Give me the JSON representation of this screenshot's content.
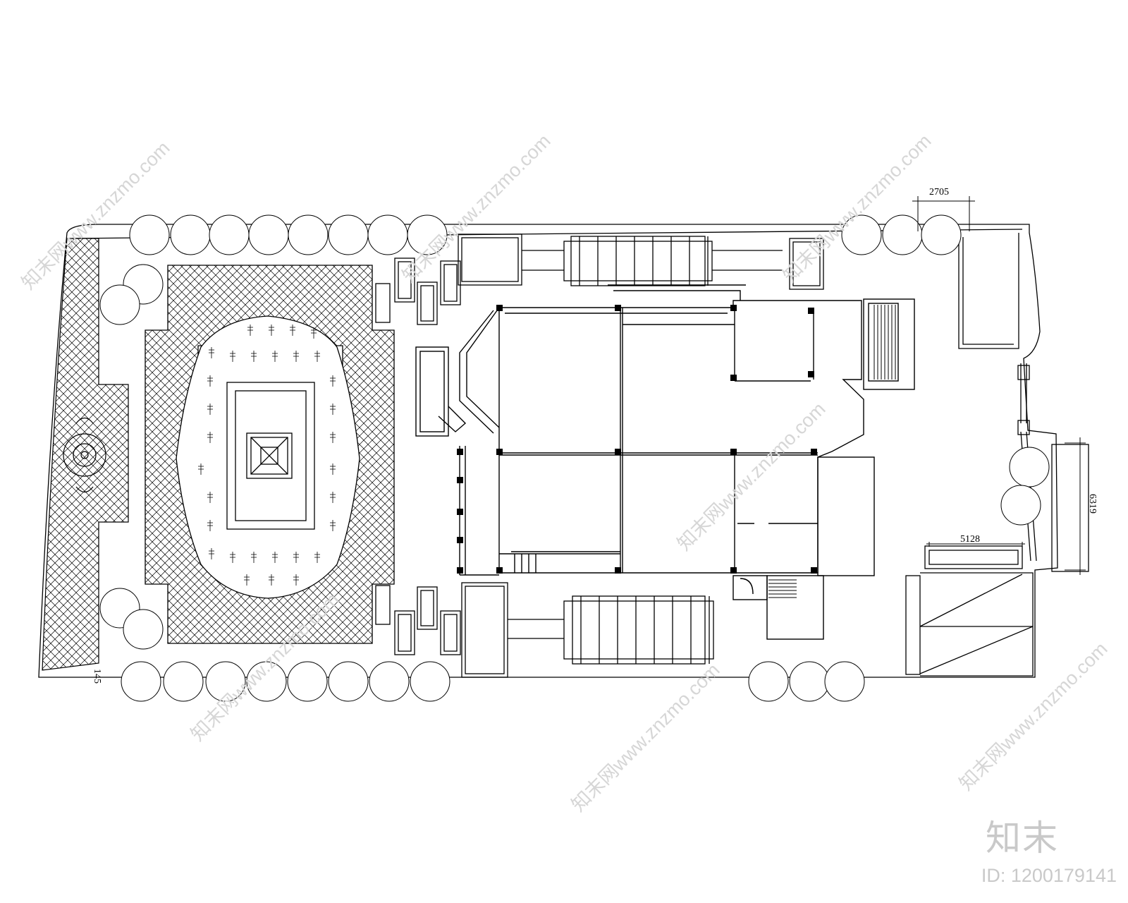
{
  "drawing": {
    "dimensions": {
      "top_right_width": "2705",
      "right_side_height": "6319",
      "right_block_width": "5128",
      "left_bottom": "145"
    }
  },
  "watermark": {
    "site": "知末网www.znzmo.com",
    "brand": "知末",
    "id_label": "ID: 1200179141"
  }
}
